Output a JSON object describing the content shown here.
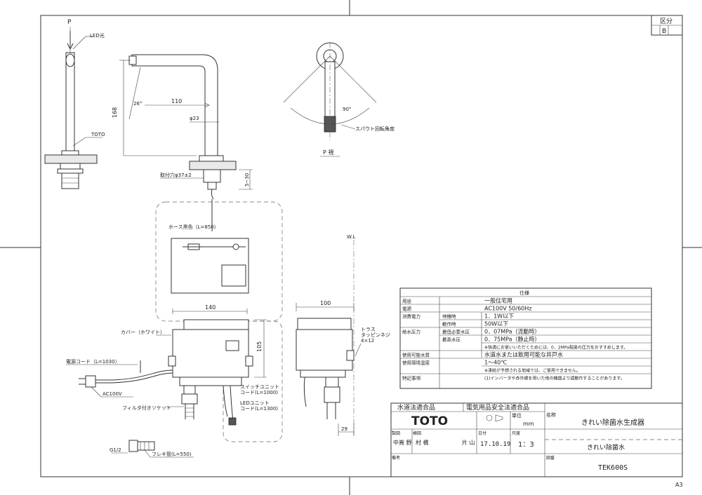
{
  "labels": {
    "view_p": "P",
    "led_light": "LED光",
    "brand_on_faucet": "TOTO",
    "angle_26": "26°",
    "dim_110": "110",
    "dim_168": "168",
    "dim_phi23": "φ23",
    "mount_hole": "取付穴φ37±2",
    "dim_5_30": "5~30",
    "p_view": "P 視",
    "angle_90": "90°",
    "spout_rotation": "スパウト回転角度",
    "hose_length": "ホース黒色（L=850）",
    "wl": "W.L",
    "dim_140": "140",
    "dim_100": "100",
    "dim_105": "105",
    "dim_29": "29",
    "cover": "カバー（ホワイト）",
    "truss_screw_1": "トラス",
    "truss_screw_2": "タッピンネジ",
    "truss_screw_3": "4×12",
    "power_cord": "電源コード（L=1030）",
    "ac100v": "AC100V",
    "filter_socket": "フィルタ付きソケット",
    "switch_unit_1": "スイッチユニット",
    "switch_unit_2": "コード(L=1000)",
    "led_unit_1": "LEDユニット",
    "led_unit_2": "コード(L=1300)",
    "g12": "G1/2",
    "flex_pipe": "フレキ管(L=550)",
    "a3": "A3",
    "kubun": "区分",
    "kubun_val": "B"
  },
  "spec": {
    "title": "仕様",
    "rows": [
      {
        "label": "用途",
        "sub": "",
        "value": "一般住宅用"
      },
      {
        "label": "電源",
        "sub": "",
        "value": "AC100V 50/60Hz"
      },
      {
        "label": "消費電力",
        "sub": "待機時",
        "value": "1．1W以下"
      },
      {
        "label": "",
        "sub": "動作時",
        "value": "50W以下"
      },
      {
        "label": "給水圧力",
        "sub": "最低必要水圧",
        "value": "0．07MPa（流動時）"
      },
      {
        "label": "",
        "sub": "最高水圧",
        "value": "0．75MPa（静止時）"
      },
      {
        "label": "",
        "sub": "",
        "value": "※快適にお使いいただくためには、0．2MPa程度の圧力をおすすめします。"
      },
      {
        "label": "使用可能水質",
        "sub": "",
        "value": "水道水または飲用可能な井戸水"
      },
      {
        "label": "使用環境温度",
        "sub": "",
        "value": "1～40℃"
      },
      {
        "label": "",
        "sub": "",
        "value": "※凍結が予想される地域では、ご使用できません。"
      },
      {
        "label": "特記事項",
        "sub": "",
        "value": "(1)インバータや赤外線を用いた他の機器より誤動作することがあります。"
      }
    ]
  },
  "titleblock": {
    "water_compliant": "水道法適合品",
    "electric_compliant": "電気用品安全法適合品",
    "brand": "TOTO",
    "unit_label": "単位",
    "unit_value": "mm",
    "name_label": "名称",
    "product_name": "きれい除菌水生成器",
    "drawn_label": "製図",
    "checked_label": "検図",
    "drawn_names": "中嶌 野",
    "checked_names": "村 橋",
    "approved_names": "片 山",
    "date_label": "日付",
    "date_value": "17.10.19",
    "scale_label": "尺度",
    "scale_value": "1：3",
    "series_name": "きれい除菌水",
    "remarks_label": "備考",
    "drawing_no_label": "図番",
    "drawing_no": "TEK600S"
  }
}
